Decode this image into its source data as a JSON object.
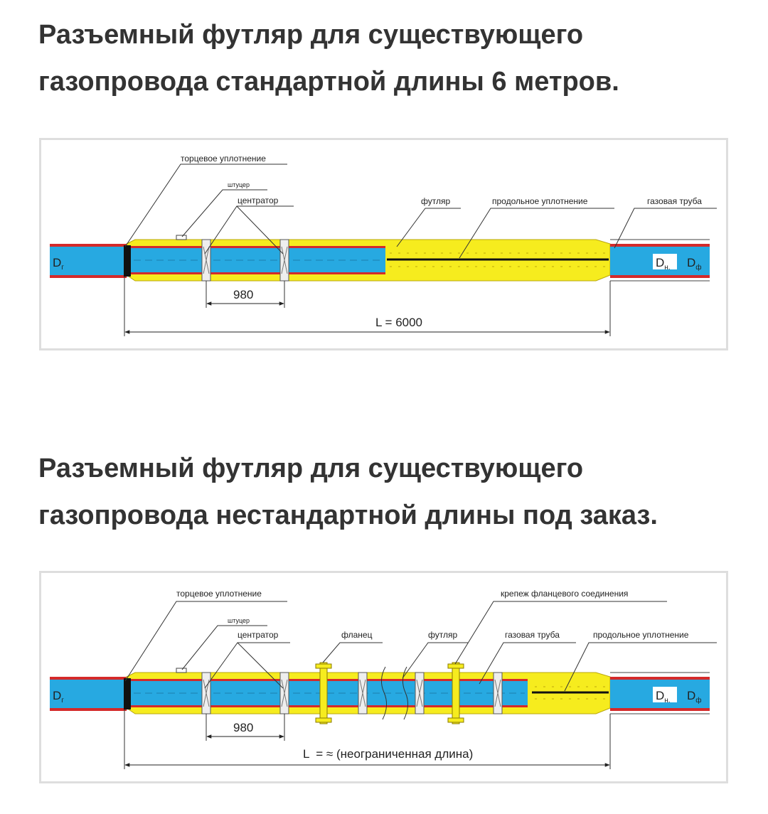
{
  "heading1": {
    "line1": "Разъемный футляр для существующего",
    "line2": "газопровода стандартной длины 6 метров."
  },
  "heading2": {
    "line1": "Разъемный футляр для существующего",
    "line2": "газопровода нестандартной длины под заказ."
  },
  "diagram1": {
    "labels": {
      "end_seal": "торцевое уплотнение",
      "fitting": "штуцер",
      "centrator": "центратор",
      "case": "футляр",
      "longitudinal_seal": "продольное уплотнение",
      "gas_pipe": "газовая труба"
    },
    "symbols": {
      "d_main": "D",
      "d_main_sub": "г",
      "d_outer": "D",
      "d_outer_sub": "н.",
      "d_case": "D",
      "d_case_sub": "ф"
    },
    "dim_spacing": "980",
    "dim_length": "L = 6000"
  },
  "diagram2": {
    "labels": {
      "end_seal": "торцевое уплотнение",
      "fitting": "штуцер",
      "centrator": "центратор",
      "flange": "фланец",
      "case": "футляр",
      "flange_fastening": "крепеж фланцевого соединения",
      "gas_pipe": "газовая труба",
      "longitudinal_seal": "продольное уплотнение"
    },
    "symbols": {
      "d_main": "D",
      "d_main_sub": "г",
      "d_outer": "D",
      "d_outer_sub": "н.",
      "d_case": "D",
      "d_case_sub": "ф"
    },
    "dim_spacing": "980",
    "dim_length": "L  = ≈ (неограниченная длина)"
  },
  "colors": {
    "case_yellow": "#f6ec1e",
    "pipe_blue": "#27a9e1",
    "pipe_red": "#d42a2a",
    "seal_black": "#111111",
    "line": "#333333"
  }
}
